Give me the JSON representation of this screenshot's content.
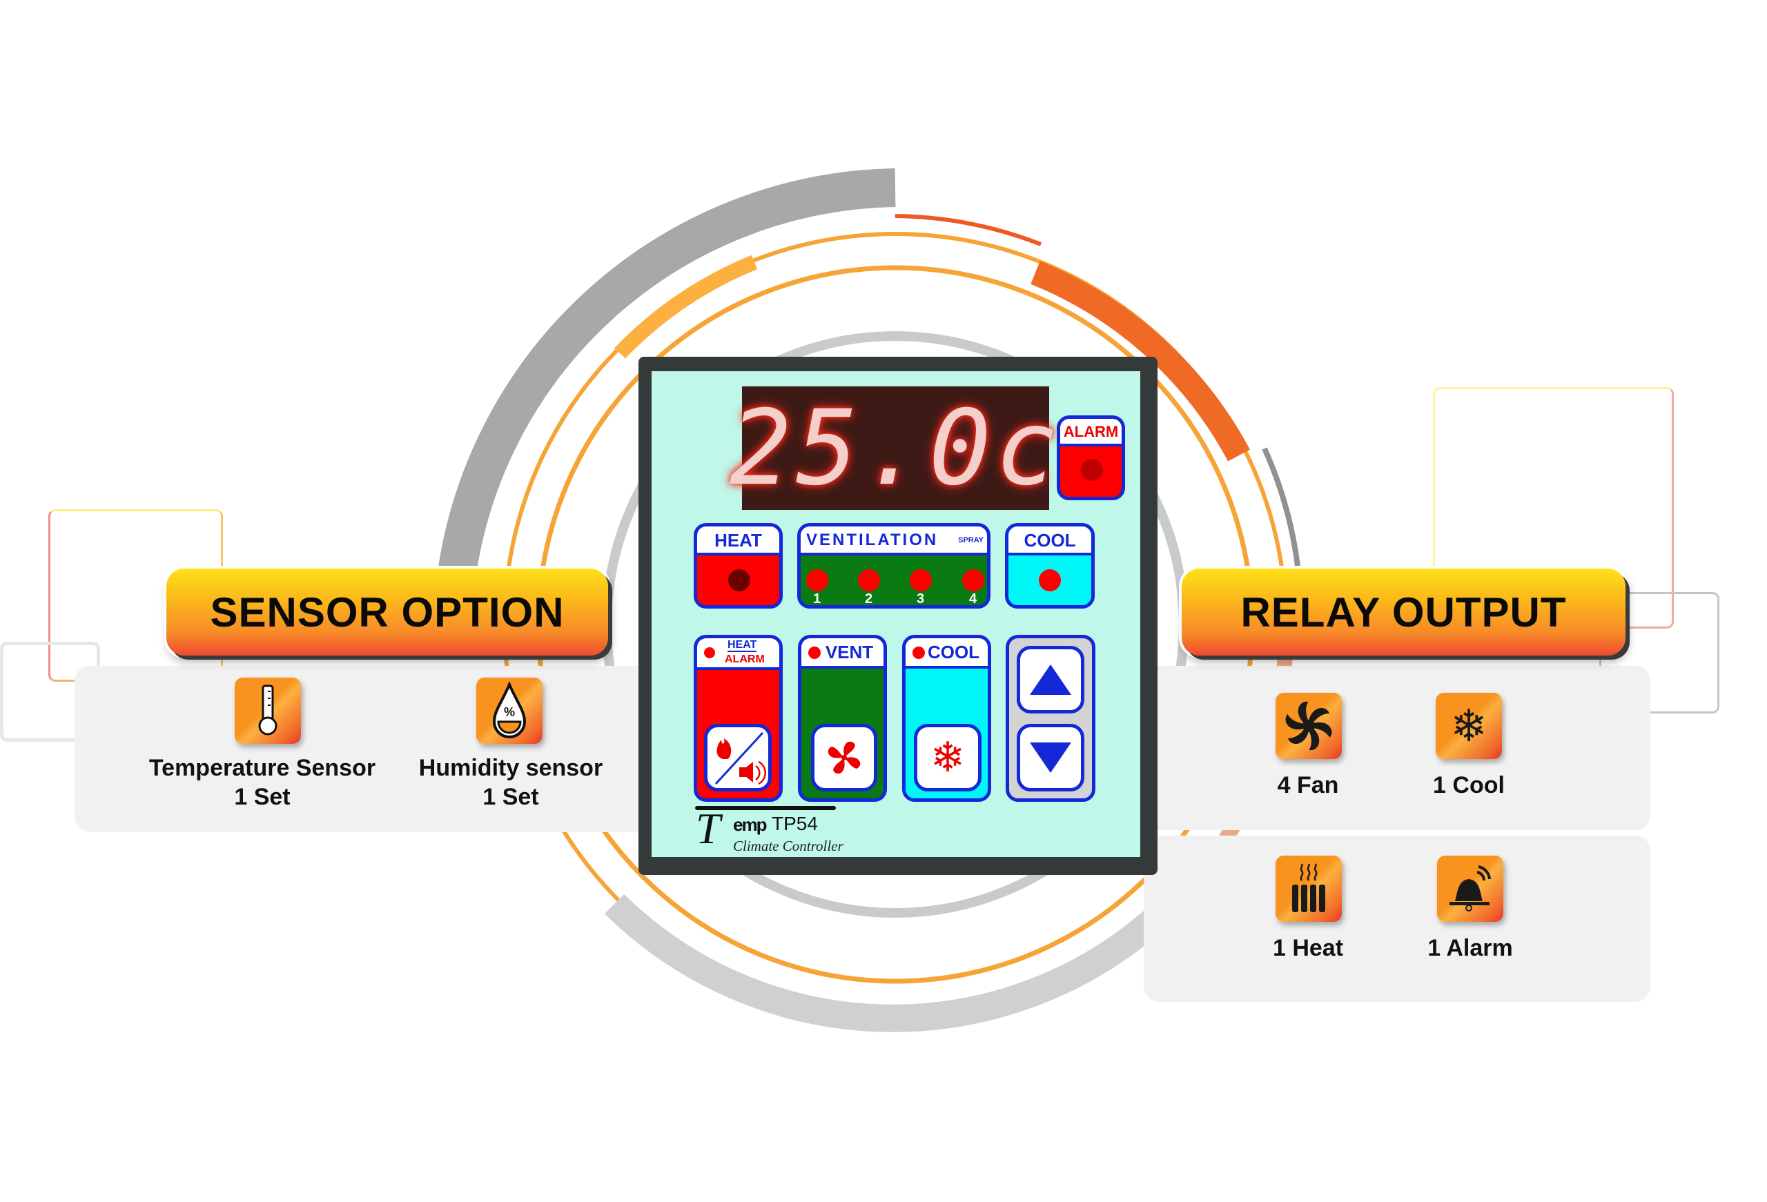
{
  "sensor_option": {
    "title": "SENSOR OPTION",
    "items": [
      {
        "icon": "thermometer-icon",
        "name": "Temperature Sensor",
        "qty": "1 Set"
      },
      {
        "icon": "humidity-drop-icon",
        "name": "Humidity sensor",
        "qty": "1 Set"
      }
    ]
  },
  "relay_output": {
    "title": "RELAY OUTPUT",
    "items": [
      {
        "icon": "fan-icon",
        "label": "4 Fan"
      },
      {
        "icon": "snowflake-icon",
        "label": "1 Cool"
      },
      {
        "icon": "heater-icon",
        "label": "1 Heat"
      },
      {
        "icon": "bell-icon",
        "label": "1 Alarm"
      }
    ]
  },
  "controller": {
    "display_value": "25.0c",
    "alarm_label": "ALARM",
    "heat_label": "HEAT",
    "ventilation_label": "VENTILATION",
    "spray_label": "SPRAY",
    "vent_stages": [
      "1",
      "2",
      "3",
      "4"
    ],
    "cool_label": "COOL",
    "heat_alarm_top": "HEAT",
    "heat_alarm_bottom": "ALARM",
    "vent_button_label": "VENT",
    "cool_button_label": "COOL",
    "brand": "emp",
    "brand_initial": "T",
    "model": "TP54",
    "subtitle": "Climate Controller"
  },
  "colors": {
    "accent_orange": "#f7931e",
    "panel_face": "#bff8e9",
    "button_blue": "#1428d8",
    "led_red": "#ff0000"
  }
}
